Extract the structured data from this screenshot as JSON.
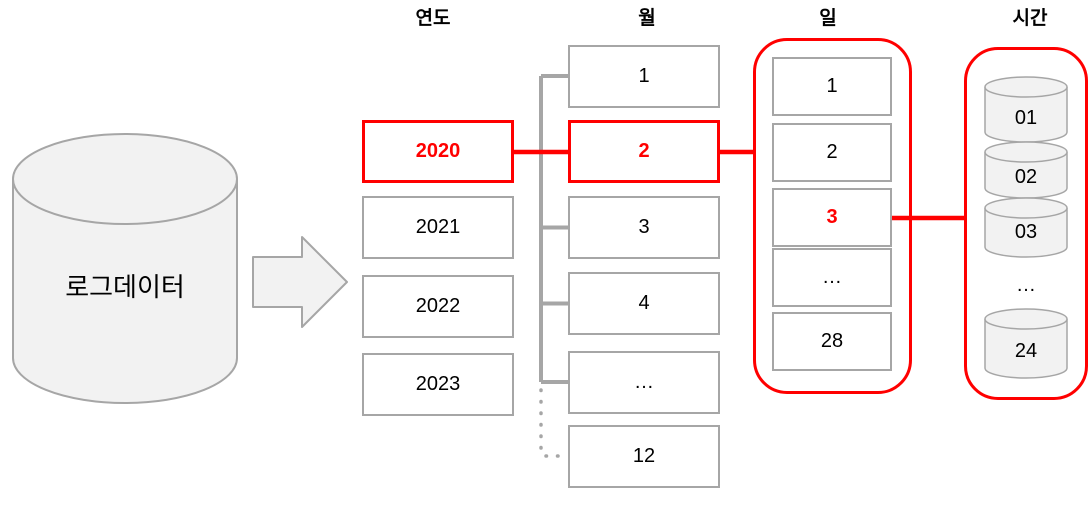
{
  "headers": {
    "year": "연도",
    "month": "월",
    "day": "일",
    "hour": "시간"
  },
  "source": {
    "label": "로그데이터"
  },
  "year": {
    "items": [
      "2020",
      "2021",
      "2022",
      "2023"
    ],
    "selected": "2020"
  },
  "month": {
    "items": [
      "1",
      "2",
      "3",
      "4",
      "…",
      "12"
    ],
    "selected": "2"
  },
  "day": {
    "items": [
      "1",
      "2",
      "3",
      "…",
      "28"
    ],
    "selected": "3"
  },
  "hour": {
    "items": [
      "01",
      "02",
      "03",
      "…",
      "24"
    ]
  },
  "colors": {
    "highlight_red": "#ff0000",
    "shape_border_gray": "#a6a6a6",
    "shape_fill_gray": "#f2f2f2",
    "text_black": "#000000"
  }
}
